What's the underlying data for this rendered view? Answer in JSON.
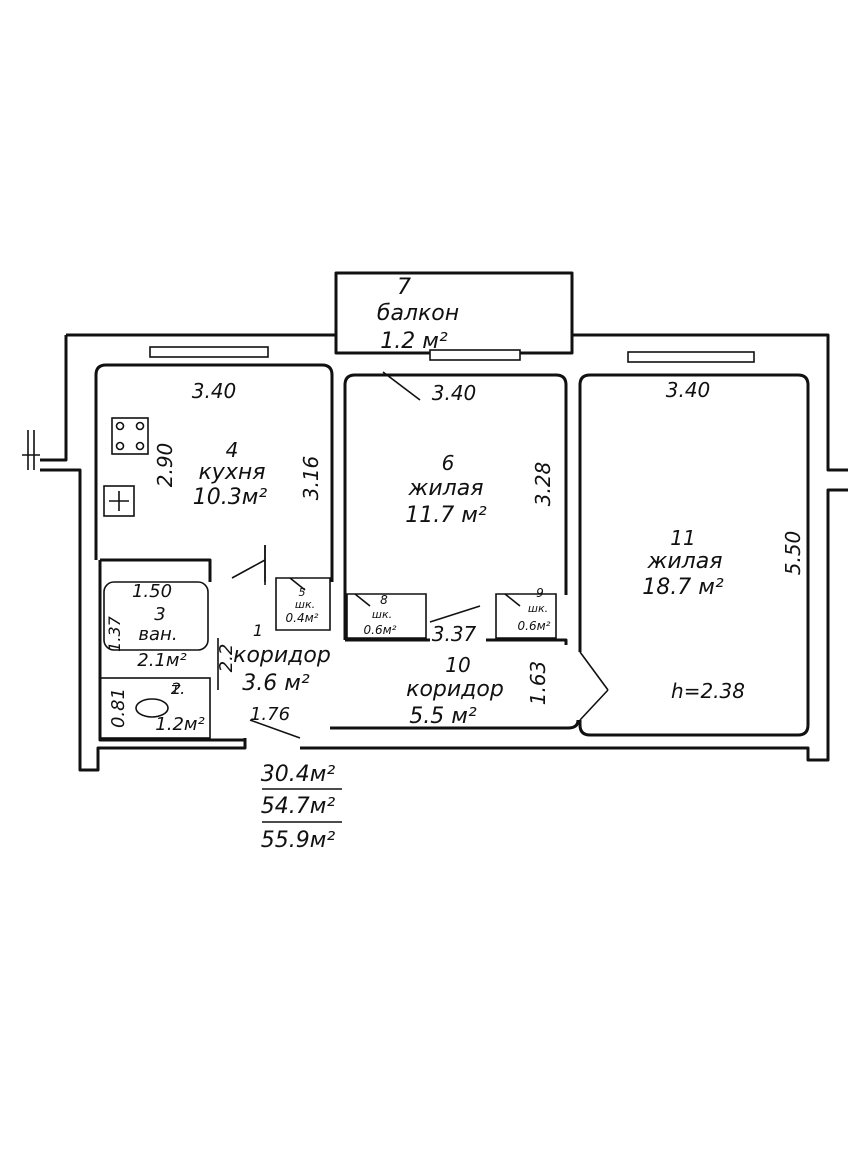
{
  "rooms": {
    "balcony": {
      "number": "7",
      "name": "балкон",
      "area": "1.2 м²"
    },
    "kitchen": {
      "number": "4",
      "name": "кухня",
      "area": "10.3м²"
    },
    "living6": {
      "number": "6",
      "name": "жилая",
      "area": "11.7 м²"
    },
    "living11": {
      "number": "11",
      "name": "жилая",
      "area": "18.7 м²"
    },
    "bath": {
      "number": "3",
      "name": "ван.",
      "area": "2.1м²"
    },
    "toilet": {
      "number": "2",
      "name": "т.",
      "area": "1.2м²"
    },
    "corridor1": {
      "number": "1",
      "name": "коридор",
      "area": "3.6 м²"
    },
    "corridor10": {
      "number": "10",
      "name": "коридор",
      "area": "5.5 м²"
    },
    "closet5": {
      "number": "5",
      "name": "шк.",
      "area": "0.4м²"
    },
    "closet8": {
      "number": "8",
      "name": "шк.",
      "area": "0.6м²"
    },
    "closet9": {
      "number": "9",
      "name": "шк.",
      "area": "0.6м²"
    }
  },
  "dimensions": {
    "kitchen_width": "3.40",
    "kitchen_depth": "2.90",
    "kitchen_right": "3.16",
    "room6_width": "3.40",
    "room6_depth": "3.28",
    "room11_width": "3.40",
    "room11_depth": "5.50",
    "bath_width": "1.50",
    "bath_depth": "1.37",
    "toilet_depth": "0.81",
    "corridor1_side": "2.2",
    "corridor1_width": "1.76",
    "corridor10_width": "3.37",
    "corridor10_depth": "1.63"
  },
  "ceiling_height": "h=2.38",
  "totals": {
    "living": "30.4м²",
    "total": "54.7м²",
    "with_balcony": "55.9м²"
  }
}
